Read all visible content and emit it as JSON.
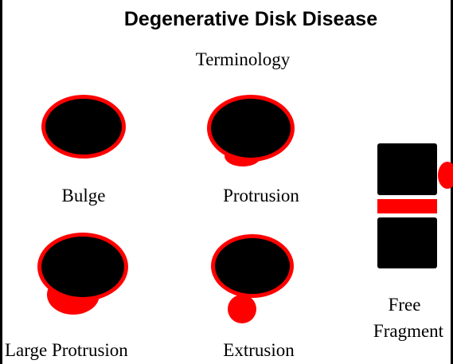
{
  "title": "Degenerative Disk Disease",
  "subtitle": "Terminology",
  "colors": {
    "disk": "#000000",
    "herniation": "#ff0000",
    "background": "#ffffff"
  },
  "stages": [
    {
      "id": "bulge",
      "label": "Bulge"
    },
    {
      "id": "protrusion",
      "label": "Protrusion"
    },
    {
      "id": "large-protrusion",
      "label": "Large Protrusion"
    },
    {
      "id": "extrusion",
      "label": "Extrusion"
    },
    {
      "id": "free-fragment",
      "label_line1": "Free",
      "label_line2": "Fragment"
    }
  ]
}
